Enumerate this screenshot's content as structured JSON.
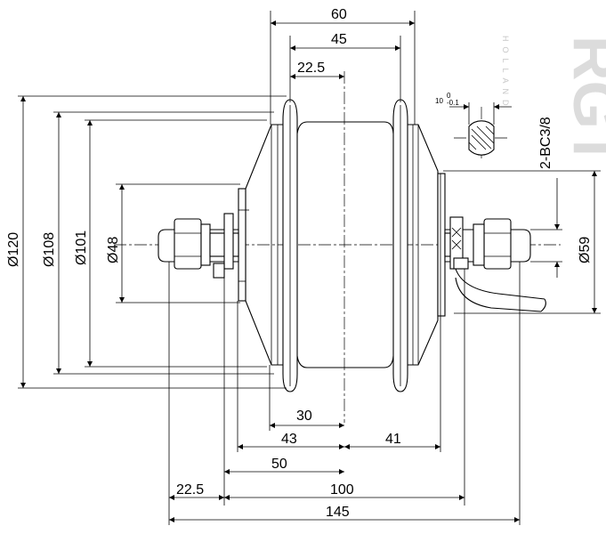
{
  "watermark": {
    "brand": "RGT",
    "sub": "HOLLAND"
  },
  "dimensions": {
    "top": [
      "60",
      "45",
      "22.5"
    ],
    "bottom": [
      "30",
      "43",
      "41",
      "50",
      "22.5",
      "100",
      "145"
    ],
    "left": [
      "Ø120",
      "Ø108",
      "Ø101",
      "Ø48"
    ],
    "right": [
      "Ø59"
    ],
    "flat_label": "10",
    "flat_tol_upper": "0",
    "flat_tol_lower": "-0.1",
    "thread": "2-BC3/8"
  }
}
